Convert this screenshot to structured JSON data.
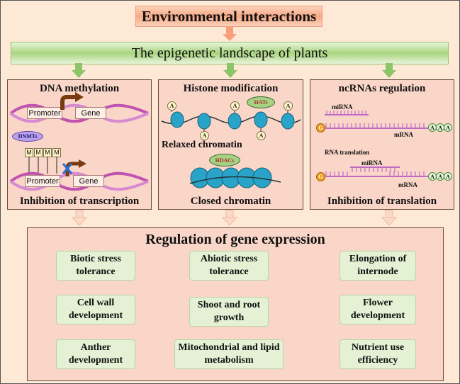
{
  "title": "Environmental interactions",
  "landscape": "The epigenetic landscape of plants",
  "panels": {
    "dna": {
      "title": "DNA methylation",
      "promoter": "Promoter",
      "gene": "Gene",
      "dnmts": "DNMTs",
      "methyl": "M",
      "footer": "Inhibition of transcription"
    },
    "histone": {
      "title": "Histone modification",
      "acetyl": "A",
      "hats": "HATs",
      "relaxed": "Relaxed chromatin",
      "hdacs": "HDACs",
      "closed": "Closed chromatin"
    },
    "ncrna": {
      "title": "ncRNAs regulation",
      "mirna": "miRNA",
      "mrna": "mRNA",
      "cap": "G",
      "polya": "A",
      "rna_translation": "RNA translation",
      "footer": "Inhibition of translation"
    }
  },
  "regulation": {
    "title": "Regulation of gene expression",
    "items": [
      "Biotic stress tolerance",
      "Abiotic stress tolerance",
      "Elongation of internode",
      "Cell wall development",
      "Shoot and root growth",
      "Flower development",
      "Anther development",
      "Mitochondrial and lipid metabolism",
      "Nutrient use efficiency"
    ]
  },
  "colors": {
    "dna_strand": "#c052b0",
    "nucleosome": "#2aa3c8",
    "rna": "#c06ac8",
    "arrow_orange": "#f7a07a",
    "arrow_green": "#8cc46a",
    "regulation_item_bg": "#e4f1d4"
  }
}
